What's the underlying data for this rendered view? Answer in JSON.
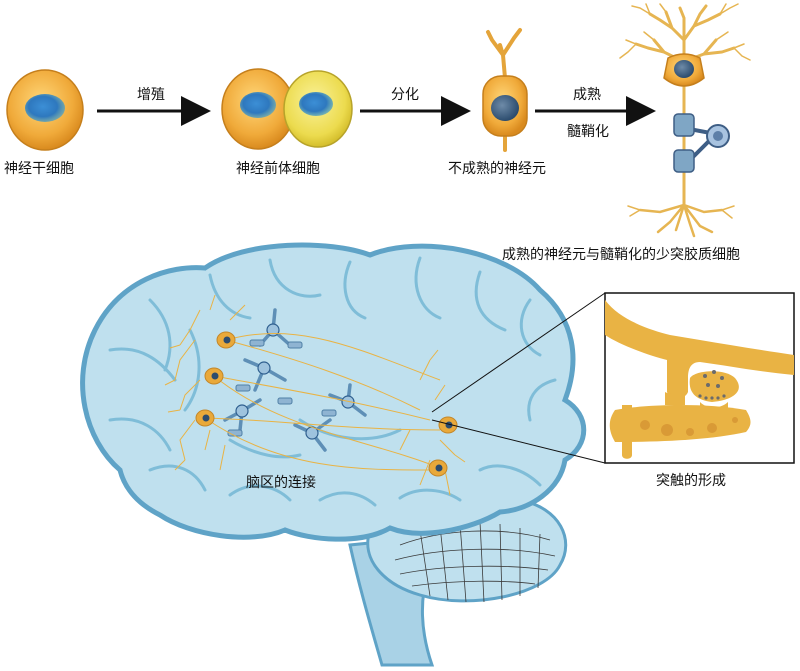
{
  "stages": [
    {
      "id": "stem",
      "label": "神经干细胞"
    },
    {
      "id": "precursor",
      "label": "神经前体细胞"
    },
    {
      "id": "immature",
      "label": "不成熟的神经元"
    },
    {
      "id": "mature",
      "label": "成熟的神经元与髓鞘化的少突胶质细胞"
    }
  ],
  "arrows": [
    {
      "id": "proliferation",
      "label": "增殖"
    },
    {
      "id": "differentiation",
      "label": "分化"
    },
    {
      "id": "maturation",
      "label": "成熟",
      "sublabel": "髓鞘化"
    }
  ],
  "brain": {
    "label": "脑区的连接"
  },
  "inset": {
    "label": "突触的形成"
  },
  "colors": {
    "cell_orange": "#EFA93B",
    "cell_yellow": "#EEDD55",
    "nucleus_blue": "#2E7FC6",
    "neuron_gold": "#E9B344",
    "glia_blue": "#5E8FB6",
    "brain_fill": "#BFE0EE",
    "brain_edge": "#5FA3C7",
    "fold_line": "#8FC6DE",
    "text": "#111111"
  }
}
